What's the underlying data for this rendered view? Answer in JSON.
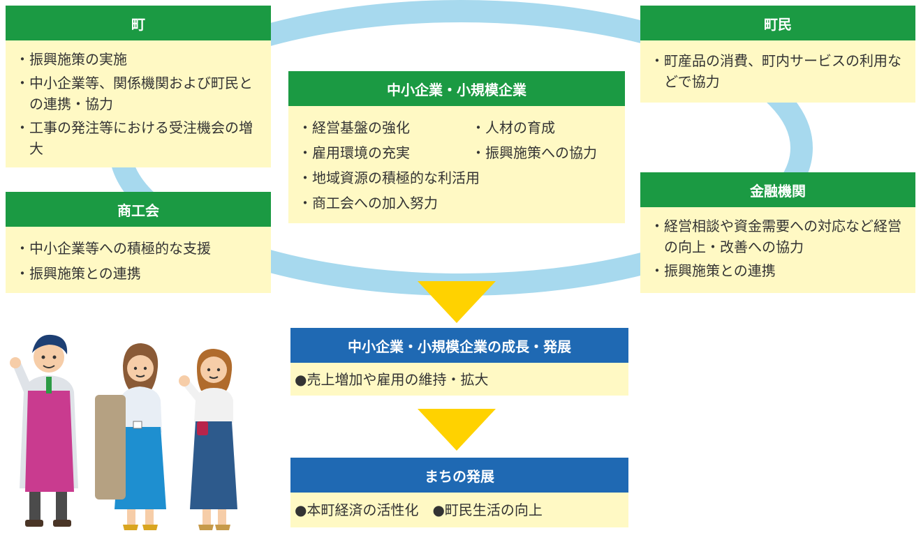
{
  "diagram": {
    "colors": {
      "green_header": "#1b9a43",
      "blue_header": "#1f69b3",
      "box_body": "#fff9c4",
      "ring": "#a7d9ee",
      "arrow": "#ffd200"
    },
    "town": {
      "title": "町",
      "items": [
        "振興施策の実施",
        "中小企業等、関係機関および町民との連携・協力",
        "工事の発注等における受注機会の増大"
      ]
    },
    "chamber": {
      "title": "商工会",
      "items": [
        "中小企業等への積極的な支援",
        "振興施策との連携"
      ]
    },
    "sme": {
      "title": "中小企業・小規模企業",
      "rows": [
        [
          "経営基盤の強化",
          "人材の育成"
        ],
        [
          "雇用環境の充実",
          "振興施策への協力"
        ],
        [
          "地域資源の積極的な利活用"
        ],
        [
          "商工会への加入努力"
        ]
      ]
    },
    "residents": {
      "title": "町民",
      "items": [
        "町産品の消費、町内サービスの利用などで協力"
      ]
    },
    "finance": {
      "title": "金融機関",
      "items": [
        "経営相談や資金需要への対応など経営の向上・改善への協力",
        "振興施策との連携"
      ]
    },
    "growth": {
      "title": "中小企業・小規模企業の成長・発展",
      "line": "●売上増加や雇用の維持・拡大"
    },
    "town_dev": {
      "title": "まちの発展",
      "line": "●本町経済の活性化　●町民生活の向上"
    },
    "illustration": {
      "icon": "three-shop-staff-illustration"
    }
  }
}
